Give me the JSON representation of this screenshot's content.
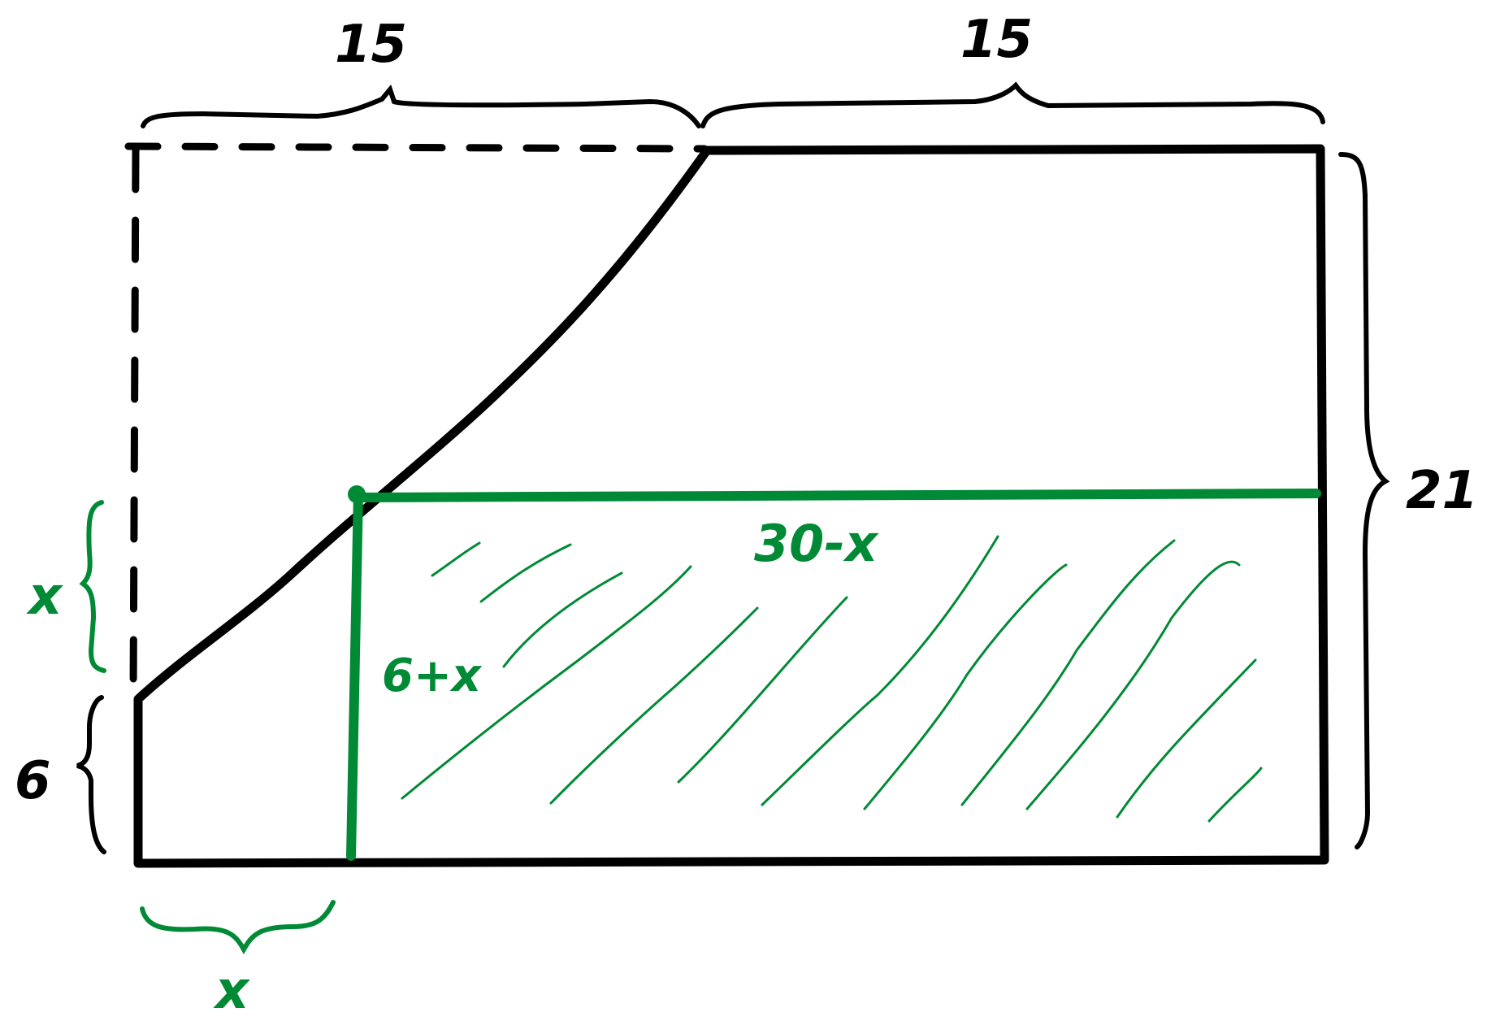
{
  "labels": {
    "top_left_width": "15",
    "top_right_width": "15",
    "right_height": "21",
    "left_lower_height": "6",
    "left_upper_height": "x",
    "bottom_width": "x",
    "rect_width": "30-x",
    "rect_height": "6+x"
  },
  "colors": {
    "ink": "#000000",
    "highlight": "#008a35",
    "background": "#ffffff"
  }
}
